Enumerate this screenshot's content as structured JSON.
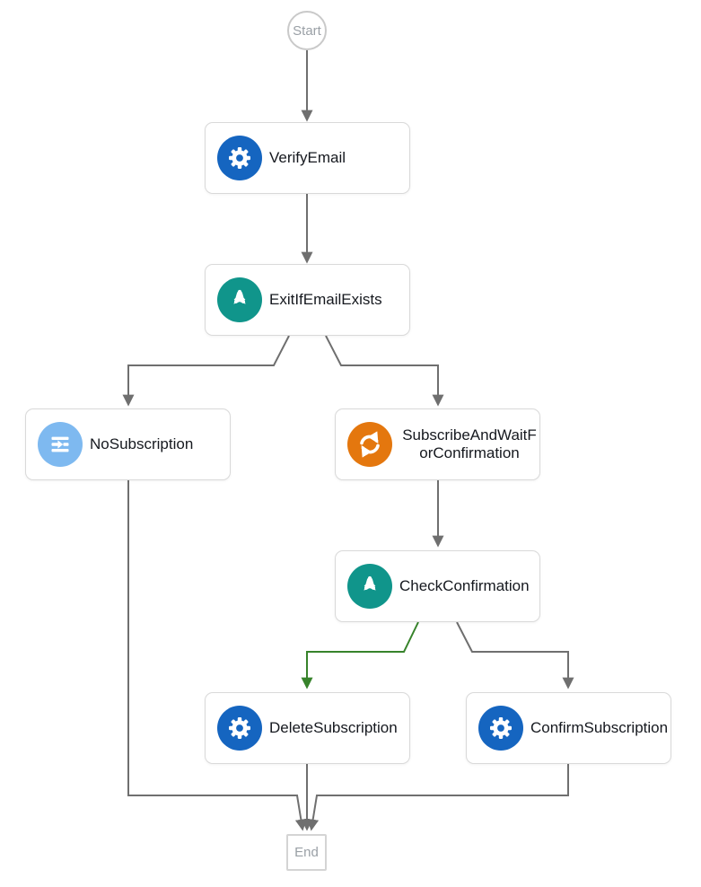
{
  "diagram": {
    "start_label": "Start",
    "end_label": "End"
  },
  "nodes": {
    "verify_email": {
      "label": "VerifyEmail",
      "icon": "gear-icon"
    },
    "exit_if_email_exists": {
      "label": "ExitIfEmailExists",
      "icon": "choice-icon"
    },
    "no_subscription": {
      "label": "NoSubscription",
      "icon": "pass-icon"
    },
    "subscribe_and_wait_for_confirmation": {
      "label": "SubscribeAndWaitForConfirmation",
      "icon": "sync-icon"
    },
    "check_confirmation": {
      "label": "CheckConfirmation",
      "icon": "choice-icon"
    },
    "delete_subscription": {
      "label": "DeleteSubscription",
      "icon": "gear-icon"
    },
    "confirm_subscription": {
      "label": "ConfirmSubscription",
      "icon": "gear-icon"
    }
  },
  "edges": [
    {
      "from": "Start",
      "to": "VerifyEmail",
      "color": "gray"
    },
    {
      "from": "VerifyEmail",
      "to": "ExitIfEmailExists",
      "color": "gray"
    },
    {
      "from": "ExitIfEmailExists",
      "to": "NoSubscription",
      "color": "gray"
    },
    {
      "from": "ExitIfEmailExists",
      "to": "SubscribeAndWaitForConfirmation",
      "color": "gray"
    },
    {
      "from": "SubscribeAndWaitForConfirmation",
      "to": "CheckConfirmation",
      "color": "gray"
    },
    {
      "from": "CheckConfirmation",
      "to": "DeleteSubscription",
      "color": "green"
    },
    {
      "from": "CheckConfirmation",
      "to": "ConfirmSubscription",
      "color": "gray"
    },
    {
      "from": "NoSubscription",
      "to": "End",
      "color": "gray"
    },
    {
      "from": "DeleteSubscription",
      "to": "End",
      "color": "gray"
    },
    {
      "from": "ConfirmSubscription",
      "to": "End",
      "color": "gray"
    }
  ],
  "colors": {
    "connector": "#6f6f6f",
    "success_connector": "#37832b",
    "task_blue": "#1565c0",
    "choice_teal": "#10958b",
    "pass_blue": "#7eb9f0",
    "sync_orange": "#e4770e",
    "node_border": "#d9d9d9",
    "label_text": "#16191f",
    "terminal_text": "#9aa0a6"
  }
}
